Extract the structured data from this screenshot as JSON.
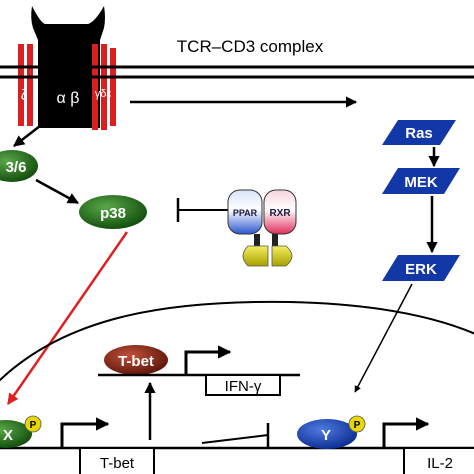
{
  "title": "TCR–CD3 complex",
  "receptor": {
    "zeta": "ζ",
    "alpha_beta": "α β",
    "gde": "γδε"
  },
  "nodes": {
    "mkk": "3/6",
    "p38": "p38",
    "ras": "Ras",
    "mek": "MEK",
    "erk": "ERK",
    "ppar": "PPAR",
    "rxr": "RXR",
    "tbet_protein": "T-bet",
    "x": "X",
    "y": "Y",
    "phospho_x": "P",
    "phospho_y": "P"
  },
  "genes": {
    "ifng": "IFN-γ",
    "tbet": "T-bet",
    "il2": "IL-2"
  },
  "colors": {
    "green_node": "#1e6b14",
    "blue_node": "#1238a8",
    "red_node": "#8a2410",
    "red_arrow": "#e02020",
    "receptor_red": "#d91f1f",
    "phospho_yellow": "#e8d800"
  }
}
